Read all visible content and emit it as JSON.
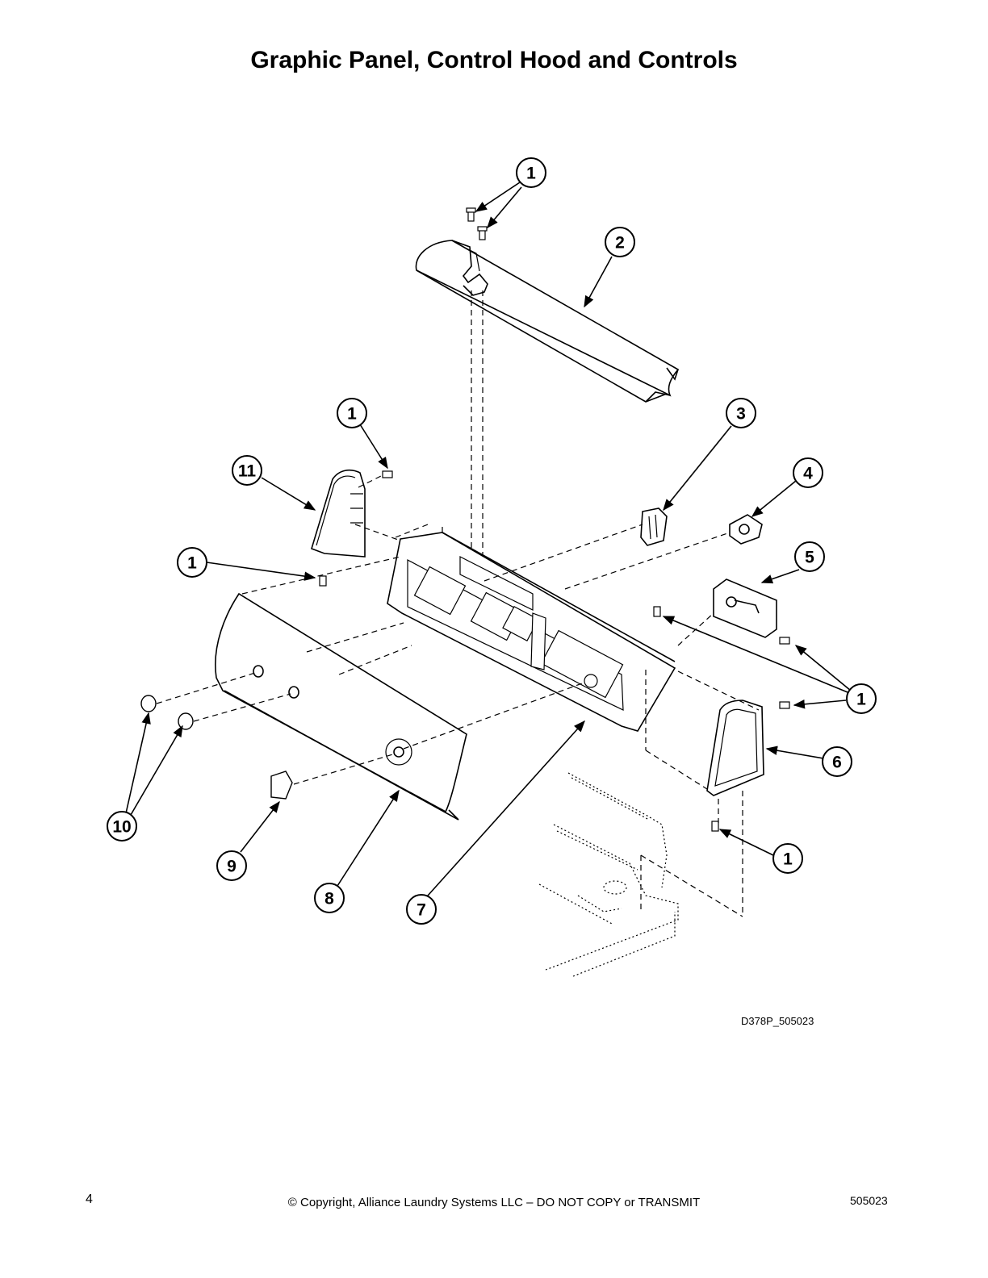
{
  "title": "Graphic Panel, Control Hood and Controls",
  "drawing_code": "D378P_505023",
  "footer": {
    "page_number": "4",
    "copyright": "© Copyright, Alliance Laundry Systems LLC – DO NOT COPY or TRANSMIT",
    "document_number": "505023"
  },
  "callouts": [
    {
      "id": "c1a",
      "label": "1"
    },
    {
      "id": "c2",
      "label": "2"
    },
    {
      "id": "c1b",
      "label": "1"
    },
    {
      "id": "c3",
      "label": "3"
    },
    {
      "id": "c11",
      "label": "11"
    },
    {
      "id": "c4",
      "label": "4"
    },
    {
      "id": "c1c",
      "label": "1"
    },
    {
      "id": "c5",
      "label": "5"
    },
    {
      "id": "c1d",
      "label": "1"
    },
    {
      "id": "c6",
      "label": "6"
    },
    {
      "id": "c10",
      "label": "10"
    },
    {
      "id": "c1e",
      "label": "1"
    },
    {
      "id": "c9",
      "label": "9"
    },
    {
      "id": "c8",
      "label": "8"
    },
    {
      "id": "c7",
      "label": "7"
    }
  ]
}
